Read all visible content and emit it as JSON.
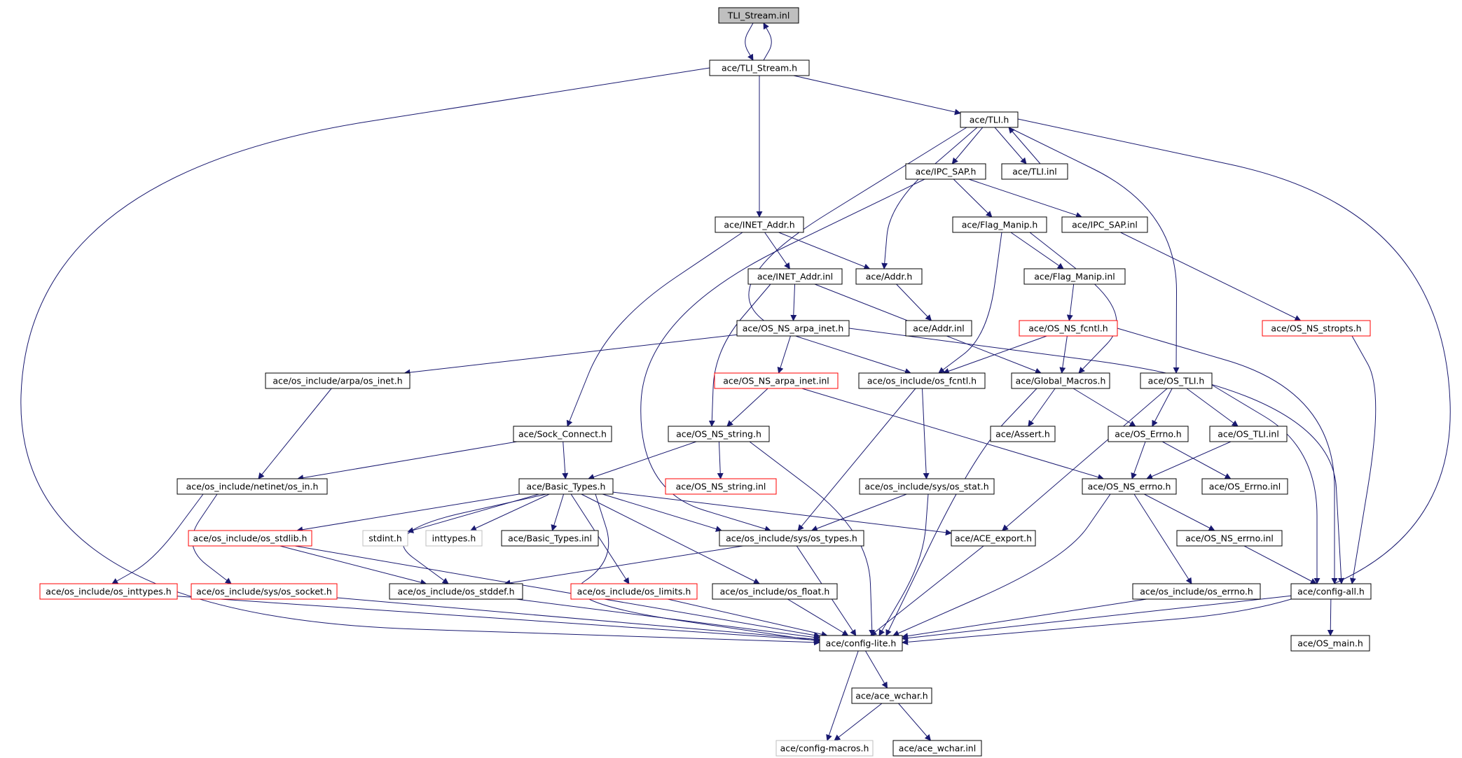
{
  "nodes": {
    "tli_stream_inl": {
      "label": "TLI_Stream.inl",
      "style": "root"
    },
    "tli_stream_h": {
      "label": "ace/TLI_Stream.h",
      "style": "normal"
    },
    "tli_h": {
      "label": "ace/TLI.h",
      "style": "normal"
    },
    "ipc_sap_h": {
      "label": "ace/IPC_SAP.h",
      "style": "normal"
    },
    "tli_inl": {
      "label": "ace/TLI.inl",
      "style": "normal"
    },
    "inet_addr_h": {
      "label": "ace/INET_Addr.h",
      "style": "normal"
    },
    "flag_manip_h": {
      "label": "ace/Flag_Manip.h",
      "style": "normal"
    },
    "ipc_sap_inl": {
      "label": "ace/IPC_SAP.inl",
      "style": "normal"
    },
    "inet_addr_inl": {
      "label": "ace/INET_Addr.inl",
      "style": "normal"
    },
    "addr_h": {
      "label": "ace/Addr.h",
      "style": "normal"
    },
    "flag_manip_inl": {
      "label": "ace/Flag_Manip.inl",
      "style": "normal"
    },
    "os_ns_arpa_inet_h": {
      "label": "ace/OS_NS_arpa_inet.h",
      "style": "normal"
    },
    "addr_inl": {
      "label": "ace/Addr.inl",
      "style": "normal"
    },
    "os_ns_fcntl_h": {
      "label": "ace/OS_NS_fcntl.h",
      "style": "red"
    },
    "os_ns_stropts_h": {
      "label": "ace/OS_NS_stropts.h",
      "style": "red"
    },
    "os_inet_h": {
      "label": "ace/os_include/arpa/os_inet.h",
      "style": "normal"
    },
    "os_ns_arpa_inet_inl": {
      "label": "ace/OS_NS_arpa_inet.inl",
      "style": "red"
    },
    "os_fcntl_h": {
      "label": "ace/os_include/os_fcntl.h",
      "style": "normal"
    },
    "global_macros_h": {
      "label": "ace/Global_Macros.h",
      "style": "normal"
    },
    "os_tli_h": {
      "label": "ace/OS_TLI.h",
      "style": "normal"
    },
    "sock_connect_h": {
      "label": "ace/Sock_Connect.h",
      "style": "normal"
    },
    "os_ns_string_h": {
      "label": "ace/OS_NS_string.h",
      "style": "normal"
    },
    "assert_h": {
      "label": "ace/Assert.h",
      "style": "normal"
    },
    "os_errno_h": {
      "label": "ace/OS_Errno.h",
      "style": "normal"
    },
    "os_tli_inl": {
      "label": "ace/OS_TLI.inl",
      "style": "normal"
    },
    "os_in_h": {
      "label": "ace/os_include/netinet/os_in.h",
      "style": "normal"
    },
    "basic_types_h": {
      "label": "ace/Basic_Types.h",
      "style": "normal"
    },
    "os_ns_string_inl": {
      "label": "ace/OS_NS_string.inl",
      "style": "red"
    },
    "os_stat_h": {
      "label": "ace/os_include/sys/os_stat.h",
      "style": "normal"
    },
    "os_ns_errno_h": {
      "label": "ace/OS_NS_errno.h",
      "style": "normal"
    },
    "os_errno_inl": {
      "label": "ace/OS_Errno.inl",
      "style": "normal"
    },
    "os_stdlib_h": {
      "label": "ace/os_include/os_stdlib.h",
      "style": "red"
    },
    "stdint_h": {
      "label": "stdint.h",
      "style": "gray"
    },
    "inttypes_h": {
      "label": "inttypes.h",
      "style": "gray"
    },
    "basic_types_inl": {
      "label": "ace/Basic_Types.inl",
      "style": "normal"
    },
    "os_types_h": {
      "label": "ace/os_include/sys/os_types.h",
      "style": "normal"
    },
    "ace_export_h": {
      "label": "ace/ACE_export.h",
      "style": "normal"
    },
    "os_ns_errno_inl": {
      "label": "ace/OS_NS_errno.inl",
      "style": "normal"
    },
    "os_inttypes_h": {
      "label": "ace/os_include/os_inttypes.h",
      "style": "red"
    },
    "os_socket_h": {
      "label": "ace/os_include/sys/os_socket.h",
      "style": "red"
    },
    "os_stddef_h": {
      "label": "ace/os_include/os_stddef.h",
      "style": "normal"
    },
    "os_limits_h": {
      "label": "ace/os_include/os_limits.h",
      "style": "red"
    },
    "os_float_h": {
      "label": "ace/os_include/os_float.h",
      "style": "normal"
    },
    "os_errno_sys_h": {
      "label": "ace/os_include/os_errno.h",
      "style": "normal"
    },
    "config_all_h": {
      "label": "ace/config-all.h",
      "style": "normal"
    },
    "config_lite_h": {
      "label": "ace/config-lite.h",
      "style": "normal"
    },
    "os_main_h": {
      "label": "ace/OS_main.h",
      "style": "normal"
    },
    "ace_wchar_h": {
      "label": "ace/ace_wchar.h",
      "style": "normal"
    },
    "config_macros_h": {
      "label": "ace/config-macros.h",
      "style": "gray"
    },
    "ace_wchar_inl": {
      "label": "ace/ace_wchar.inl",
      "style": "normal"
    }
  },
  "edges": [
    [
      "tli_stream_inl",
      "tli_stream_h"
    ],
    [
      "tli_stream_h",
      "tli_stream_inl"
    ],
    [
      "tli_stream_h",
      "tli_h"
    ],
    [
      "tli_stream_h",
      "inet_addr_h"
    ],
    [
      "tli_stream_h",
      "config_lite_h"
    ],
    [
      "tli_h",
      "ipc_sap_h"
    ],
    [
      "tli_h",
      "tli_inl"
    ],
    [
      "tli_inl",
      "tli_h"
    ],
    [
      "tli_h",
      "addr_h"
    ],
    [
      "tli_h",
      "os_fcntl_h"
    ],
    [
      "tli_h",
      "os_tli_h"
    ],
    [
      "tli_h",
      "config_lite_h"
    ],
    [
      "ipc_sap_h",
      "flag_manip_h"
    ],
    [
      "ipc_sap_h",
      "ipc_sap_inl"
    ],
    [
      "ipc_sap_h",
      "os_types_h"
    ],
    [
      "ipc_sap_inl",
      "os_ns_stropts_h"
    ],
    [
      "inet_addr_h",
      "inet_addr_inl"
    ],
    [
      "inet_addr_h",
      "addr_h"
    ],
    [
      "inet_addr_h",
      "sock_connect_h"
    ],
    [
      "inet_addr_inl",
      "os_ns_arpa_inet_h"
    ],
    [
      "inet_addr_inl",
      "os_ns_string_h"
    ],
    [
      "inet_addr_inl",
      "global_macros_h"
    ],
    [
      "addr_h",
      "addr_inl"
    ],
    [
      "flag_manip_h",
      "flag_manip_inl"
    ],
    [
      "flag_manip_h",
      "os_fcntl_h"
    ],
    [
      "flag_manip_h",
      "global_macros_h"
    ],
    [
      "flag_manip_inl",
      "os_ns_fcntl_h"
    ],
    [
      "os_ns_fcntl_h",
      "os_fcntl_h"
    ],
    [
      "os_ns_fcntl_h",
      "global_macros_h"
    ],
    [
      "os_ns_fcntl_h",
      "config_all_h"
    ],
    [
      "os_ns_stropts_h",
      "config_all_h"
    ],
    [
      "os_ns_arpa_inet_h",
      "os_inet_h"
    ],
    [
      "os_ns_arpa_inet_h",
      "os_ns_arpa_inet_inl"
    ],
    [
      "os_ns_arpa_inet_h",
      "config_all_h"
    ],
    [
      "os_ns_arpa_inet_inl",
      "os_ns_string_h"
    ],
    [
      "os_ns_arpa_inet_inl",
      "os_ns_errno_h"
    ],
    [
      "os_inet_h",
      "os_in_h"
    ],
    [
      "os_fcntl_h",
      "os_types_h"
    ],
    [
      "os_fcntl_h",
      "os_stat_h"
    ],
    [
      "global_macros_h",
      "assert_h"
    ],
    [
      "global_macros_h",
      "os_errno_h"
    ],
    [
      "global_macros_h",
      "config_lite_h"
    ],
    [
      "os_tli_h",
      "os_errno_h"
    ],
    [
      "os_tli_h",
      "os_tli_inl"
    ],
    [
      "os_tli_h",
      "ace_export_h"
    ],
    [
      "os_tli_h",
      "config_all_h"
    ],
    [
      "os_errno_h",
      "os_ns_errno_h"
    ],
    [
      "os_errno_h",
      "os_errno_inl"
    ],
    [
      "os_tli_inl",
      "os_ns_errno_h"
    ],
    [
      "sock_connect_h",
      "basic_types_h"
    ],
    [
      "sock_connect_h",
      "os_in_h"
    ],
    [
      "os_ns_string_h",
      "basic_types_h"
    ],
    [
      "os_ns_string_h",
      "os_ns_string_inl"
    ],
    [
      "os_ns_string_h",
      "config_lite_h"
    ],
    [
      "os_in_h",
      "os_inttypes_h"
    ],
    [
      "os_in_h",
      "os_socket_h"
    ],
    [
      "basic_types_h",
      "os_stdlib_h"
    ],
    [
      "basic_types_h",
      "stdint_h"
    ],
    [
      "basic_types_h",
      "inttypes_h"
    ],
    [
      "basic_types_h",
      "basic_types_inl"
    ],
    [
      "basic_types_h",
      "os_types_h"
    ],
    [
      "basic_types_h",
      "ace_export_h"
    ],
    [
      "basic_types_h",
      "os_stddef_h"
    ],
    [
      "basic_types_h",
      "os_limits_h"
    ],
    [
      "basic_types_h",
      "os_float_h"
    ],
    [
      "basic_types_h",
      "config_lite_h"
    ],
    [
      "os_stat_h",
      "os_types_h"
    ],
    [
      "os_stat_h",
      "config_lite_h"
    ],
    [
      "os_ns_errno_h",
      "os_ns_errno_inl"
    ],
    [
      "os_ns_errno_h",
      "os_errno_sys_h"
    ],
    [
      "os_ns_errno_h",
      "config_lite_h"
    ],
    [
      "os_stdlib_h",
      "os_stddef_h"
    ],
    [
      "os_stdlib_h",
      "config_lite_h"
    ],
    [
      "os_types_h",
      "os_stddef_h"
    ],
    [
      "os_types_h",
      "config_lite_h"
    ],
    [
      "ace_export_h",
      "config_lite_h"
    ],
    [
      "os_ns_errno_inl",
      "config_all_h"
    ],
    [
      "os_inttypes_h",
      "config_lite_h"
    ],
    [
      "os_socket_h",
      "config_lite_h"
    ],
    [
      "os_stddef_h",
      "config_lite_h"
    ],
    [
      "os_limits_h",
      "config_lite_h"
    ],
    [
      "os_float_h",
      "config_lite_h"
    ],
    [
      "os_errno_sys_h",
      "config_lite_h"
    ],
    [
      "config_all_h",
      "config_lite_h"
    ],
    [
      "config_all_h",
      "os_main_h"
    ],
    [
      "config_lite_h",
      "ace_wchar_h"
    ],
    [
      "config_lite_h",
      "config_macros_h"
    ],
    [
      "ace_wchar_h",
      "config_macros_h"
    ],
    [
      "ace_wchar_h",
      "ace_wchar_inl"
    ]
  ],
  "colors": {
    "edge": "#191970",
    "root_fill": "#bfbfbf",
    "normal_border": "#000000",
    "red_border": "#ff0000",
    "gray_border": "#bfbfbf",
    "background": "#ffffff"
  }
}
